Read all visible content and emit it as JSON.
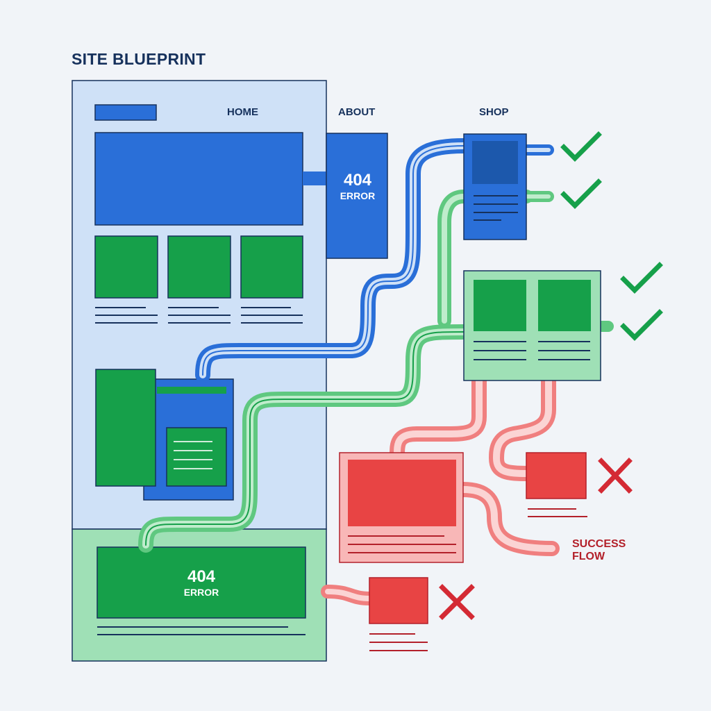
{
  "header": {
    "title": "SITE BLUEPRINT"
  },
  "nav": {
    "home": "HOME",
    "about": "ABOUT",
    "shop": "SHOP"
  },
  "about_error": {
    "code": "404",
    "label": "ERROR"
  },
  "footer_error": {
    "code": "404",
    "label": "ERROR"
  },
  "flow_label": {
    "line1": "SUCCESS",
    "line2": "FLOW"
  },
  "colors": {
    "blue": "#2a6fd8",
    "green": "#16a04a",
    "light_green": "#8fdca8",
    "red": "#e84444",
    "light_red": "#f6a3a3",
    "navy": "#16315c",
    "page_bg": "#f1f4f8"
  },
  "icons": {
    "success": "checkmark-icon",
    "failure": "x-mark-icon"
  }
}
